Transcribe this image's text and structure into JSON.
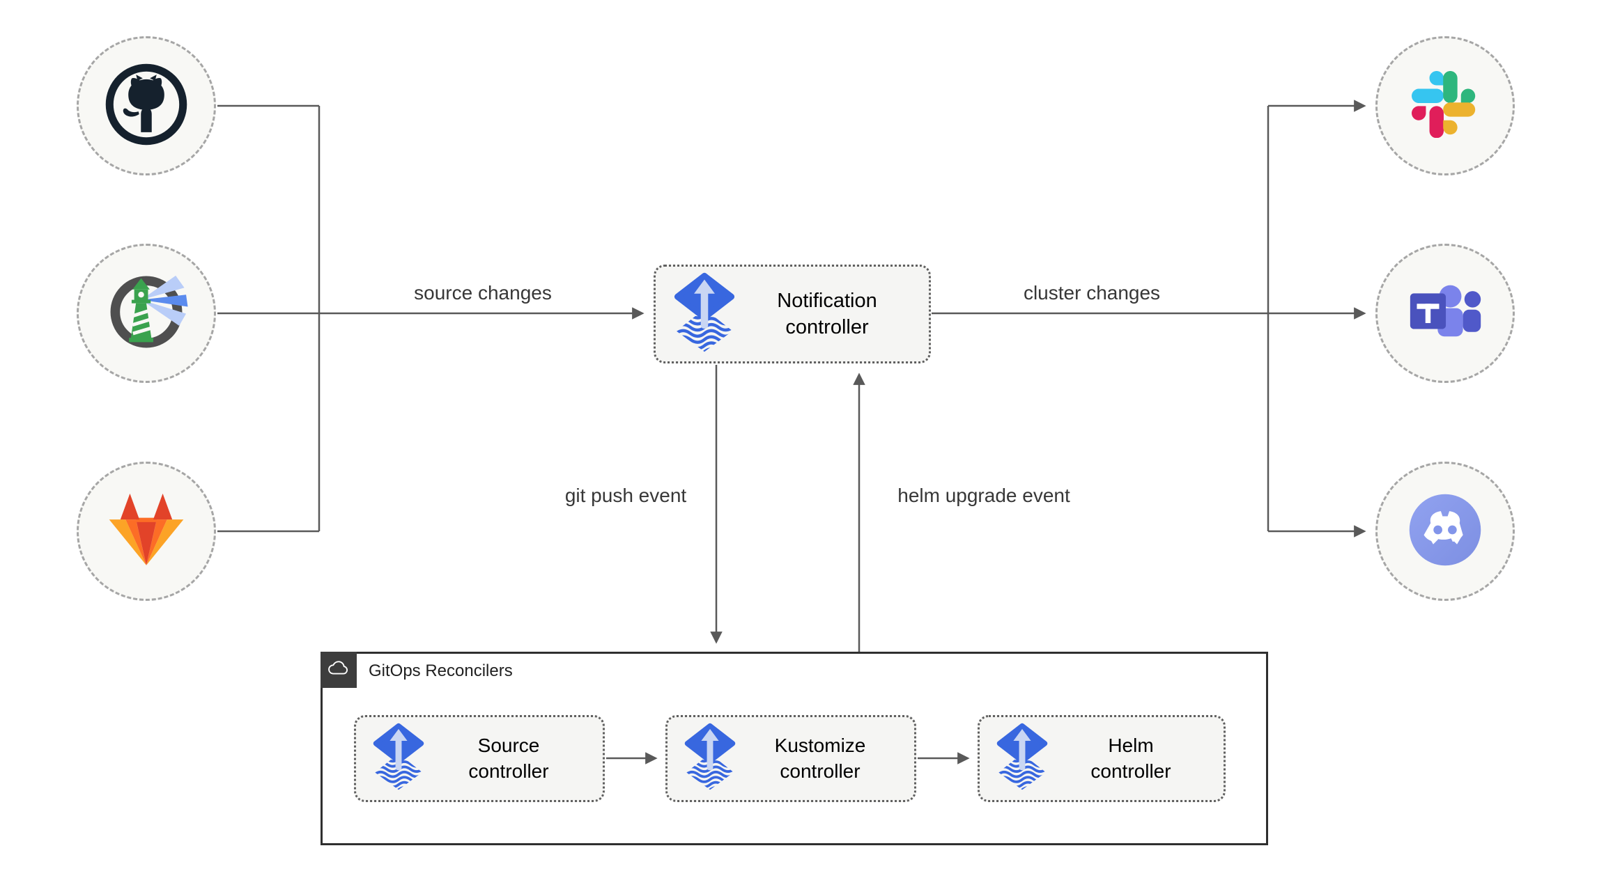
{
  "edges": {
    "source_changes": "source changes",
    "cluster_changes": "cluster changes",
    "git_push_event": "git push event",
    "helm_upgrade_event": "helm upgrade event"
  },
  "notification": {
    "label": "Notification controller",
    "icon": "flux-icon"
  },
  "sources": [
    {
      "icon": "github-icon"
    },
    {
      "icon": "harbor-icon"
    },
    {
      "icon": "gitlab-icon"
    }
  ],
  "targets": [
    {
      "icon": "slack-icon"
    },
    {
      "icon": "microsoft-teams-icon"
    },
    {
      "icon": "discord-icon"
    }
  ],
  "reconcilers": {
    "title": "GitOps Reconcilers",
    "icon": "cloud-icon",
    "nodes": [
      {
        "label": "Source controller",
        "icon": "flux-icon"
      },
      {
        "label": "Kustomize controller",
        "icon": "flux-icon"
      },
      {
        "label": "Helm controller",
        "icon": "flux-icon"
      }
    ]
  },
  "colors": {
    "line": "#595959",
    "node_fill": "#f5f5f3",
    "node_border": "#5f5f5f",
    "circle_fill": "#f8f8f5",
    "circle_border": "#a6a6a6",
    "group_border": "#2f2f2f",
    "group_header_fill": "#3d3d3d",
    "flux_blue": "#3867df",
    "flux_arrow_light": "#c9d6f3",
    "github_dark": "#15212d",
    "gitlab_red": "#e24329",
    "gitlab_orange": "#fc6d26",
    "gitlab_amber": "#fca326",
    "harbor_green": "#3aa24e",
    "harbor_gray": "#4f4f4f",
    "slack_blue": "#36C5F0",
    "slack_green": "#2EB67D",
    "slack_yellow": "#ECB22E",
    "slack_red": "#E01E5A",
    "teams_indigo": "#4a52bd",
    "teams_periwinkle": "#7b83eb",
    "teams_medium": "#5059c9",
    "discord_blurple": "#8295ea"
  }
}
